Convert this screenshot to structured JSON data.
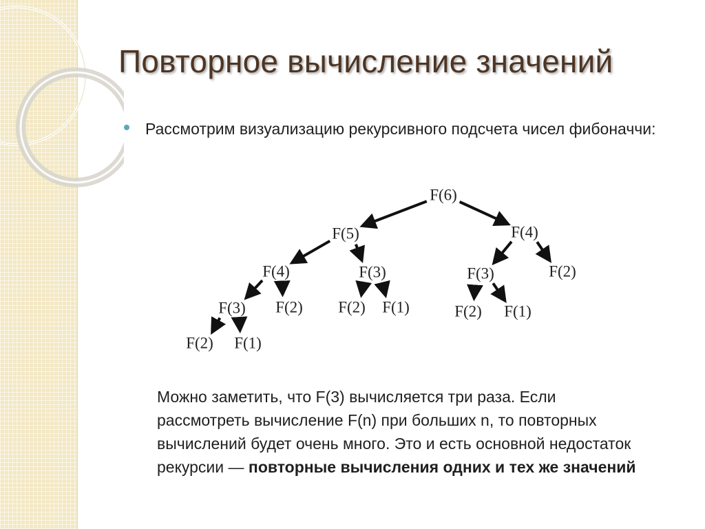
{
  "slide": {
    "title": "Повторное вычисление значений",
    "bullet_text": "Рассмотрим визуализацию  рекурсивного подсчета чисел фибоначчи:",
    "note_text": "Можно заметить, что F(3) вычисляется три раза. Если рассмотреть вычисление F(n) при больших n, то повторных вычислений будет очень много. Это и есть основной недостаток рекурсии — ",
    "note_bold": "повторные вычисления одних и тех же значений"
  },
  "tree": {
    "nodes": [
      {
        "id": "root",
        "label": "F(6)"
      },
      {
        "id": "l",
        "label": "F(5)"
      },
      {
        "id": "r",
        "label": "F(4)"
      },
      {
        "id": "ll",
        "label": "F(4)"
      },
      {
        "id": "lr",
        "label": "F(3)"
      },
      {
        "id": "rl",
        "label": "F(3)"
      },
      {
        "id": "rr",
        "label": "F(2)"
      },
      {
        "id": "lll",
        "label": "F(3)"
      },
      {
        "id": "llr",
        "label": "F(2)"
      },
      {
        "id": "lrl",
        "label": "F(2)"
      },
      {
        "id": "lrr",
        "label": "F(1)"
      },
      {
        "id": "rll",
        "label": "F(2)"
      },
      {
        "id": "rlr",
        "label": "F(1)"
      },
      {
        "id": "llll",
        "label": "F(2)"
      },
      {
        "id": "lllr",
        "label": "F(1)"
      }
    ],
    "edges": [
      [
        "root",
        "l"
      ],
      [
        "root",
        "r"
      ],
      [
        "l",
        "ll"
      ],
      [
        "l",
        "lr"
      ],
      [
        "r",
        "rl"
      ],
      [
        "r",
        "rr"
      ],
      [
        "ll",
        "lll"
      ],
      [
        "ll",
        "llr"
      ],
      [
        "lr",
        "lrl"
      ],
      [
        "lr",
        "lrr"
      ],
      [
        "rl",
        "rll"
      ],
      [
        "rl",
        "rlr"
      ],
      [
        "lll",
        "llll"
      ],
      [
        "lll",
        "lllr"
      ]
    ]
  },
  "colors": {
    "title": "#4e3524",
    "bullet": "#5ea8b8",
    "side_strip": "#f3e8c4"
  }
}
